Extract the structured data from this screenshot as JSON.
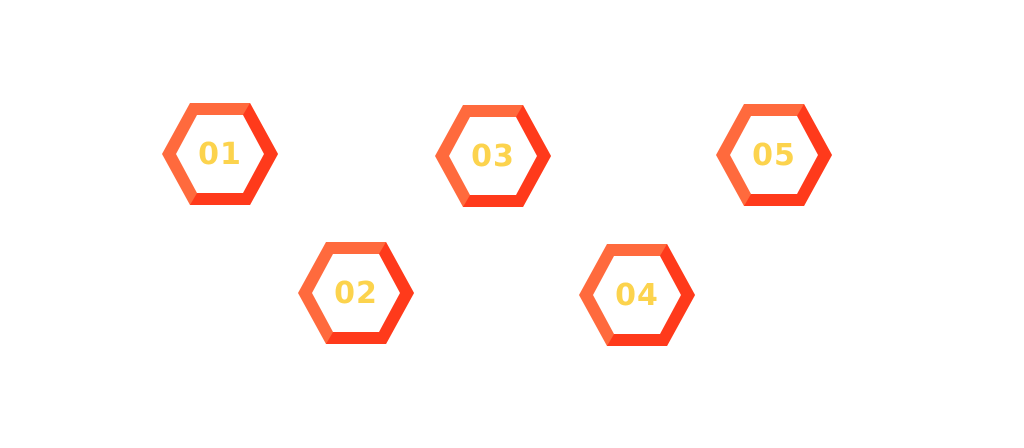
{
  "colors": {
    "hex_outer_light": "#ff6a3d",
    "hex_outer_dark": "#ff3517",
    "hex_inner": "#ffffff",
    "number_text": "#fcd34d",
    "background": "#ffffff"
  },
  "hexagons": [
    {
      "label": "01"
    },
    {
      "label": "02"
    },
    {
      "label": "03"
    },
    {
      "label": "04"
    },
    {
      "label": "05"
    }
  ]
}
